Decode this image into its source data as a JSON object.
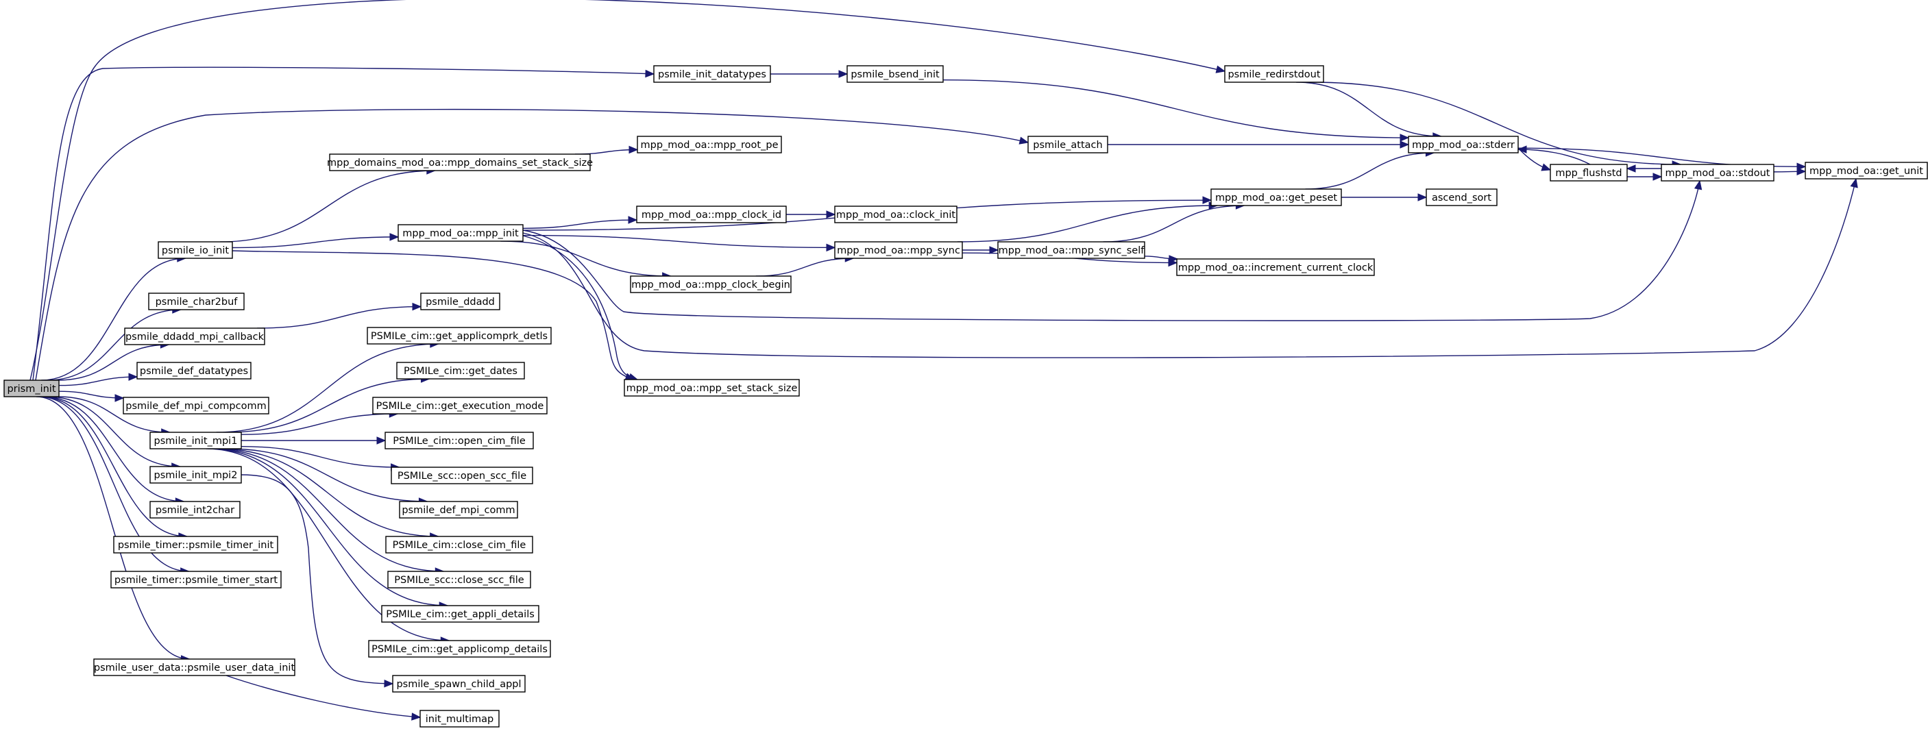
{
  "colors": {
    "edge": "#191970",
    "root_fill": "#bfbfbf",
    "node_fill": "#ffffff",
    "node_border": "#000000"
  },
  "nodes": [
    {
      "id": "prism_init",
      "label": "prism_init",
      "root": true
    },
    {
      "id": "psmile_redirstdout",
      "label": "psmile_redirstdout"
    },
    {
      "id": "psmile_init_datatypes",
      "label": "psmile_init_datatypes"
    },
    {
      "id": "psmile_bsend_init",
      "label": "psmile_bsend_init"
    },
    {
      "id": "psmile_attach",
      "label": "psmile_attach"
    },
    {
      "id": "mpp_domains_set_stack_size",
      "label": "mpp_domains_mod_oa::mpp_domains_set_stack_size"
    },
    {
      "id": "mpp_root_pe",
      "label": "mpp_mod_oa::mpp_root_pe"
    },
    {
      "id": "psmile_io_init",
      "label": "psmile_io_init"
    },
    {
      "id": "mpp_init",
      "label": "mpp_mod_oa::mpp_init"
    },
    {
      "id": "mpp_clock_id",
      "label": "mpp_mod_oa::mpp_clock_id"
    },
    {
      "id": "clock_init",
      "label": "mpp_mod_oa::clock_init"
    },
    {
      "id": "mpp_sync",
      "label": "mpp_mod_oa::mpp_sync"
    },
    {
      "id": "mpp_sync_self",
      "label": "mpp_mod_oa::mpp_sync_self"
    },
    {
      "id": "mpp_clock_begin",
      "label": "mpp_mod_oa::mpp_clock_begin"
    },
    {
      "id": "increment_current_clock",
      "label": "mpp_mod_oa::increment_current_clock"
    },
    {
      "id": "get_peset",
      "label": "mpp_mod_oa::get_peset"
    },
    {
      "id": "ascend_sort",
      "label": "ascend_sort"
    },
    {
      "id": "stderr",
      "label": "mpp_mod_oa::stderr"
    },
    {
      "id": "mpp_flushstd",
      "label": "mpp_flushstd"
    },
    {
      "id": "stdout",
      "label": "mpp_mod_oa::stdout"
    },
    {
      "id": "get_unit",
      "label": "mpp_mod_oa::get_unit"
    },
    {
      "id": "mpp_set_stack_size",
      "label": "mpp_mod_oa::mpp_set_stack_size"
    },
    {
      "id": "psmile_char2buf",
      "label": "psmile_char2buf"
    },
    {
      "id": "psmile_ddadd_mpi_callback",
      "label": "psmile_ddadd_mpi_callback"
    },
    {
      "id": "psmile_ddadd",
      "label": "psmile_ddadd"
    },
    {
      "id": "psmile_def_datatypes",
      "label": "psmile_def_datatypes"
    },
    {
      "id": "psmile_def_mpi_compcomm",
      "label": "psmile_def_mpi_compcomm"
    },
    {
      "id": "psmile_init_mpi1",
      "label": "psmile_init_mpi1"
    },
    {
      "id": "psmile_init_mpi2",
      "label": "psmile_init_mpi2"
    },
    {
      "id": "psmile_int2char",
      "label": "psmile_int2char"
    },
    {
      "id": "psmile_timer_init",
      "label": "psmile_timer::psmile_timer_init"
    },
    {
      "id": "psmile_timer_start",
      "label": "psmile_timer::psmile_timer_start"
    },
    {
      "id": "psmile_user_data_init",
      "label": "psmile_user_data::psmile_user_data_init"
    },
    {
      "id": "get_applicomprk_detls",
      "label": "PSMILe_cim::get_applicomprk_detls"
    },
    {
      "id": "get_dates",
      "label": "PSMILe_cim::get_dates"
    },
    {
      "id": "get_execution_mode",
      "label": "PSMILe_cim::get_execution_mode"
    },
    {
      "id": "open_cim_file",
      "label": "PSMILe_cim::open_cim_file"
    },
    {
      "id": "open_scc_file",
      "label": "PSMILe_scc::open_scc_file"
    },
    {
      "id": "psmile_def_mpi_comm",
      "label": "psmile_def_mpi_comm"
    },
    {
      "id": "close_cim_file",
      "label": "PSMILe_cim::close_cim_file"
    },
    {
      "id": "close_scc_file",
      "label": "PSMILe_scc::close_scc_file"
    },
    {
      "id": "get_appli_details",
      "label": "PSMILe_cim::get_appli_details"
    },
    {
      "id": "get_applicomp_details",
      "label": "PSMILe_cim::get_applicomp_details"
    },
    {
      "id": "psmile_spawn_child_appl",
      "label": "psmile_spawn_child_appl"
    },
    {
      "id": "init_multimap",
      "label": "init_multimap"
    }
  ],
  "edges": [
    [
      "prism_init",
      "psmile_redirstdout"
    ],
    [
      "prism_init",
      "psmile_init_datatypes"
    ],
    [
      "prism_init",
      "psmile_attach"
    ],
    [
      "prism_init",
      "psmile_io_init"
    ],
    [
      "prism_init",
      "psmile_char2buf"
    ],
    [
      "prism_init",
      "psmile_ddadd_mpi_callback"
    ],
    [
      "prism_init",
      "psmile_def_datatypes"
    ],
    [
      "prism_init",
      "psmile_def_mpi_compcomm"
    ],
    [
      "prism_init",
      "psmile_init_mpi1"
    ],
    [
      "prism_init",
      "psmile_init_mpi2"
    ],
    [
      "prism_init",
      "psmile_int2char"
    ],
    [
      "prism_init",
      "psmile_timer_init"
    ],
    [
      "prism_init",
      "psmile_timer_start"
    ],
    [
      "prism_init",
      "psmile_user_data_init"
    ],
    [
      "psmile_redirstdout",
      "stderr"
    ],
    [
      "psmile_redirstdout",
      "stdout"
    ],
    [
      "psmile_init_datatypes",
      "psmile_bsend_init"
    ],
    [
      "psmile_bsend_init",
      "stderr"
    ],
    [
      "psmile_attach",
      "stderr"
    ],
    [
      "psmile_io_init",
      "mpp_domains_set_stack_size"
    ],
    [
      "psmile_io_init",
      "mpp_init"
    ],
    [
      "psmile_io_init",
      "mpp_set_stack_size"
    ],
    [
      "mpp_domains_set_stack_size",
      "mpp_root_pe"
    ],
    [
      "mpp_init",
      "get_peset"
    ],
    [
      "mpp_init",
      "mpp_clock_id"
    ],
    [
      "mpp_init",
      "mpp_sync"
    ],
    [
      "mpp_init",
      "mpp_clock_begin"
    ],
    [
      "mpp_init",
      "stdout"
    ],
    [
      "mpp_init",
      "get_unit"
    ],
    [
      "mpp_init",
      "mpp_set_stack_size"
    ],
    [
      "mpp_clock_id",
      "clock_init"
    ],
    [
      "mpp_clock_begin",
      "mpp_sync"
    ],
    [
      "mpp_sync",
      "get_peset"
    ],
    [
      "mpp_sync",
      "mpp_sync_self"
    ],
    [
      "mpp_sync",
      "increment_current_clock"
    ],
    [
      "mpp_sync_self",
      "get_peset"
    ],
    [
      "mpp_sync_self",
      "increment_current_clock"
    ],
    [
      "get_peset",
      "stderr"
    ],
    [
      "get_peset",
      "ascend_sort"
    ],
    [
      "stderr",
      "get_unit"
    ],
    [
      "stderr",
      "mpp_flushstd"
    ],
    [
      "mpp_flushstd",
      "stderr"
    ],
    [
      "mpp_flushstd",
      "stdout"
    ],
    [
      "stdout",
      "mpp_flushstd"
    ],
    [
      "stdout",
      "get_unit"
    ],
    [
      "psmile_ddadd_mpi_callback",
      "psmile_ddadd"
    ],
    [
      "psmile_init_mpi1",
      "get_applicomprk_detls"
    ],
    [
      "psmile_init_mpi1",
      "get_dates"
    ],
    [
      "psmile_init_mpi1",
      "get_execution_mode"
    ],
    [
      "psmile_init_mpi1",
      "open_cim_file"
    ],
    [
      "psmile_init_mpi1",
      "open_scc_file"
    ],
    [
      "psmile_init_mpi1",
      "psmile_def_mpi_comm"
    ],
    [
      "psmile_init_mpi1",
      "close_cim_file"
    ],
    [
      "psmile_init_mpi1",
      "close_scc_file"
    ],
    [
      "psmile_init_mpi1",
      "get_appli_details"
    ],
    [
      "psmile_init_mpi1",
      "get_applicomp_details"
    ],
    [
      "psmile_init_mpi2",
      "psmile_spawn_child_appl"
    ],
    [
      "psmile_user_data_init",
      "init_multimap"
    ]
  ]
}
